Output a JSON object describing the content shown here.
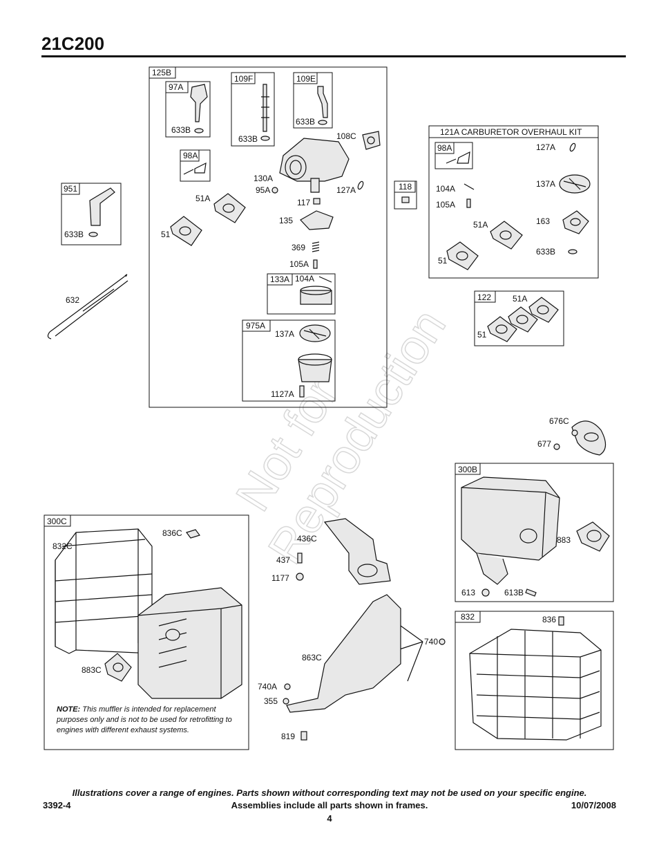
{
  "header": {
    "title": "21C200"
  },
  "watermark": {
    "line1": "Not for",
    "line2": "Reproduction"
  },
  "frames": {
    "f125B": "125B",
    "f97A": "97A",
    "f109F": "109F",
    "f109E": "109E",
    "f98A": "98A",
    "f951": "951",
    "f118": "118",
    "f121A": "121A CARBURETOR OVERHAUL KIT",
    "f98A_kit": "98A",
    "f133A": "133A",
    "f975A": "975A",
    "f122": "122",
    "f300B": "300B",
    "f300C": "300C",
    "f832": "832"
  },
  "callouts": {
    "c633B_97A": "633B",
    "c633B_109F": "633B",
    "c633B_109E": "633B",
    "c108C": "108C",
    "c130A": "130A",
    "c95A": "95A",
    "c127A": "127A",
    "c51A_main": "51A",
    "c51_main": "51",
    "c117": "117",
    "c135": "135",
    "c369": "369",
    "c105A_main": "105A",
    "c104A_main": "104A",
    "c137A_main": "137A",
    "c1127A": "1127A",
    "c633B_951": "633B",
    "c632": "632",
    "c127A_kit": "127A",
    "c137A_kit": "137A",
    "c104A_kit": "104A",
    "c105A_kit": "105A",
    "c51A_kit": "51A",
    "c163": "163",
    "c51_kit": "51",
    "c633B_kit": "633B",
    "c51A_122": "51A",
    "c51_122": "51",
    "c676C": "676C",
    "c677": "677",
    "c883": "883",
    "c613": "613",
    "c613B": "613B",
    "c836C": "836C",
    "c832C": "832C",
    "c883C": "883C",
    "c436C": "436C",
    "c437": "437",
    "c1177": "1177",
    "c740": "740",
    "c863C": "863C",
    "c740A": "740A",
    "c355": "355",
    "c819": "819",
    "c836": "836"
  },
  "note": {
    "label": "NOTE:",
    "text": "This muffler is intended for replacement purposes only and is not to be used for retrofitting to engines with different exhaust systems."
  },
  "footer": {
    "note": "Illustrations cover a range of engines. Parts shown without corresponding text may not be used on your specific engine.",
    "doc_number": "3392-4",
    "assemblies": "Assemblies include all parts shown in frames.",
    "date": "10/07/2008",
    "page": "4"
  }
}
